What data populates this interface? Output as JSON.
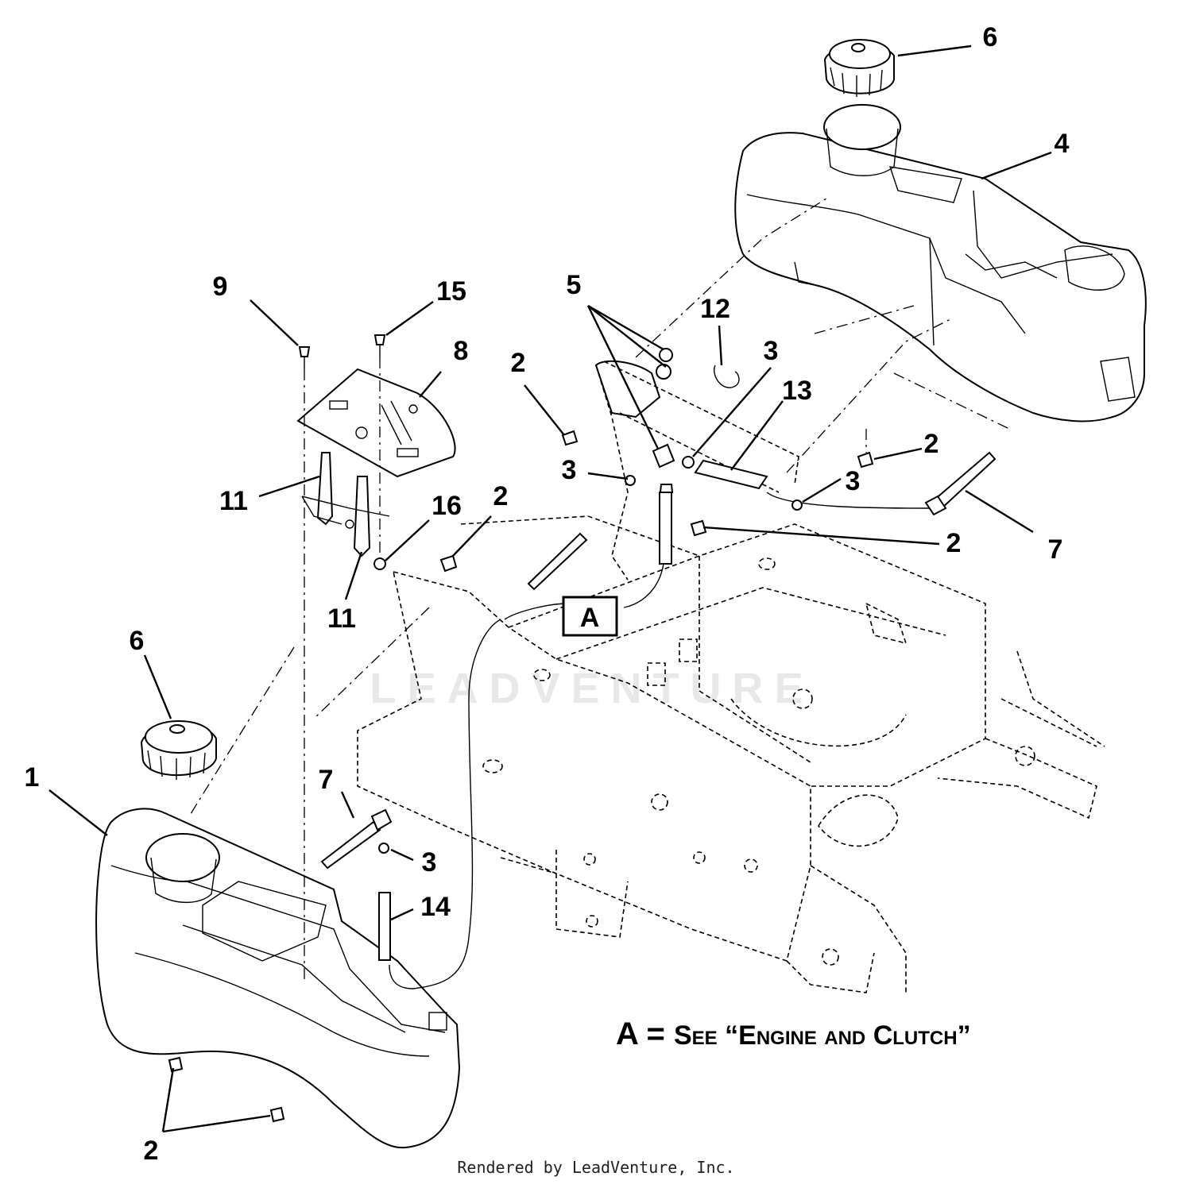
{
  "watermark": "LEADVENTURE",
  "callouts": [
    {
      "id": "1",
      "label": "1"
    },
    {
      "id": "2a",
      "label": "2"
    },
    {
      "id": "2b",
      "label": "2"
    },
    {
      "id": "2c",
      "label": "2"
    },
    {
      "id": "2d",
      "label": "2"
    },
    {
      "id": "2e",
      "label": "2"
    },
    {
      "id": "3a",
      "label": "3"
    },
    {
      "id": "3b",
      "label": "3"
    },
    {
      "id": "3c",
      "label": "3"
    },
    {
      "id": "3d",
      "label": "3"
    },
    {
      "id": "4",
      "label": "4"
    },
    {
      "id": "5",
      "label": "5"
    },
    {
      "id": "6a",
      "label": "6"
    },
    {
      "id": "6b",
      "label": "6"
    },
    {
      "id": "7a",
      "label": "7"
    },
    {
      "id": "7b",
      "label": "7"
    },
    {
      "id": "8",
      "label": "8"
    },
    {
      "id": "9",
      "label": "9"
    },
    {
      "id": "11a",
      "label": "11"
    },
    {
      "id": "11b",
      "label": "11"
    },
    {
      "id": "12",
      "label": "12"
    },
    {
      "id": "13",
      "label": "13"
    },
    {
      "id": "14",
      "label": "14"
    },
    {
      "id": "15",
      "label": "15"
    },
    {
      "id": "16",
      "label": "16"
    }
  ],
  "reference_box": "A",
  "note": {
    "prefix": "A = ",
    "text": "See “Engine and Clutch”"
  },
  "footer": "Rendered by LeadVenture, Inc."
}
